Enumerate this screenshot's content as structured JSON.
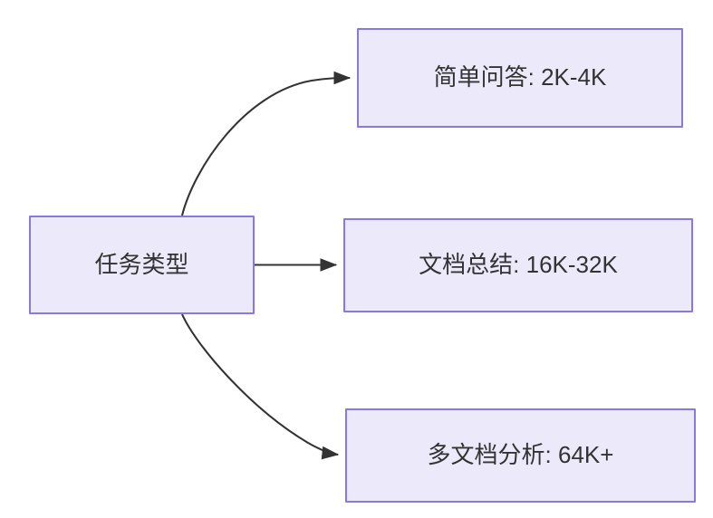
{
  "diagram": {
    "type": "flowchart",
    "direction": "left-to-right",
    "background_color": "#ffffff",
    "node_fill_color": "#ECEAFA",
    "node_border_color": "#8B78DD",
    "node_text_color": "#333333",
    "edge_color": "#333333",
    "nodes": [
      {
        "id": "root",
        "label": "任务类型"
      },
      {
        "id": "simple_qa",
        "label": "简单问答: 2K-4K"
      },
      {
        "id": "doc_sum",
        "label": "文档总结: 16K-32K"
      },
      {
        "id": "multi_doc",
        "label": "多文档分析: 64K+"
      }
    ],
    "edges": [
      {
        "from": "root",
        "to": "simple_qa",
        "label": "",
        "style": "curved-arrow"
      },
      {
        "from": "root",
        "to": "doc_sum",
        "label": "",
        "style": "straight-arrow"
      },
      {
        "from": "root",
        "to": "multi_doc",
        "label": "",
        "style": "curved-arrow"
      }
    ]
  }
}
